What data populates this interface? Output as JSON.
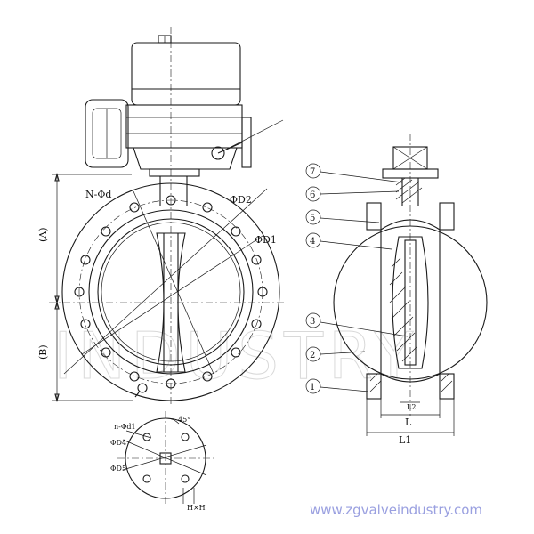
{
  "labels": {
    "a": "(A)",
    "b": "(B)",
    "n_d": "N-Φd",
    "d2": "ΦD2",
    "d1": "ΦD1",
    "n_d1": "n-Φd1",
    "d4": "ΦD4",
    "d5": "ΦD5",
    "angle": "45°",
    "hxh": "H×H",
    "l": "L",
    "l1": "L1",
    "l2": "L2"
  },
  "parts": [
    "1",
    "2",
    "3",
    "4",
    "5",
    "6",
    "7"
  ],
  "watermark": "INDUSTRY",
  "website": "www.zgvalveindustry.com"
}
